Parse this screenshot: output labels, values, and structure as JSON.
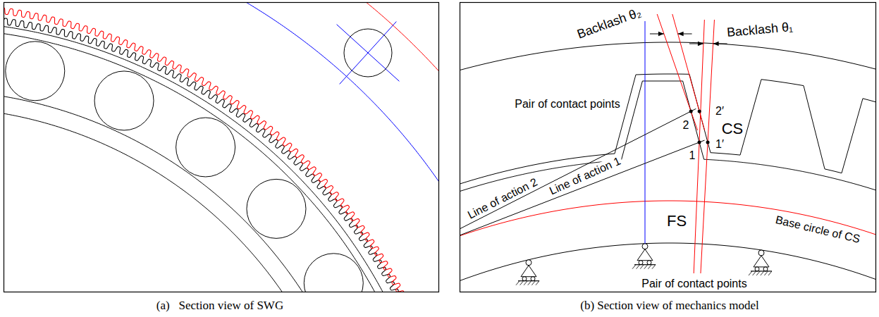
{
  "diagram": {
    "labels": [
      "Backlash θ₂",
      "Backlash θ₁",
      "Pair of contact points",
      "2",
      "2′",
      "1",
      "1′",
      "CS",
      "Line of action 2",
      "Line of action 1",
      "FS",
      "Base circle of CS",
      "Pair of contact points",
      "(a)   Section view of SWG",
      "(b) Section view of mechanics model"
    ]
  }
}
